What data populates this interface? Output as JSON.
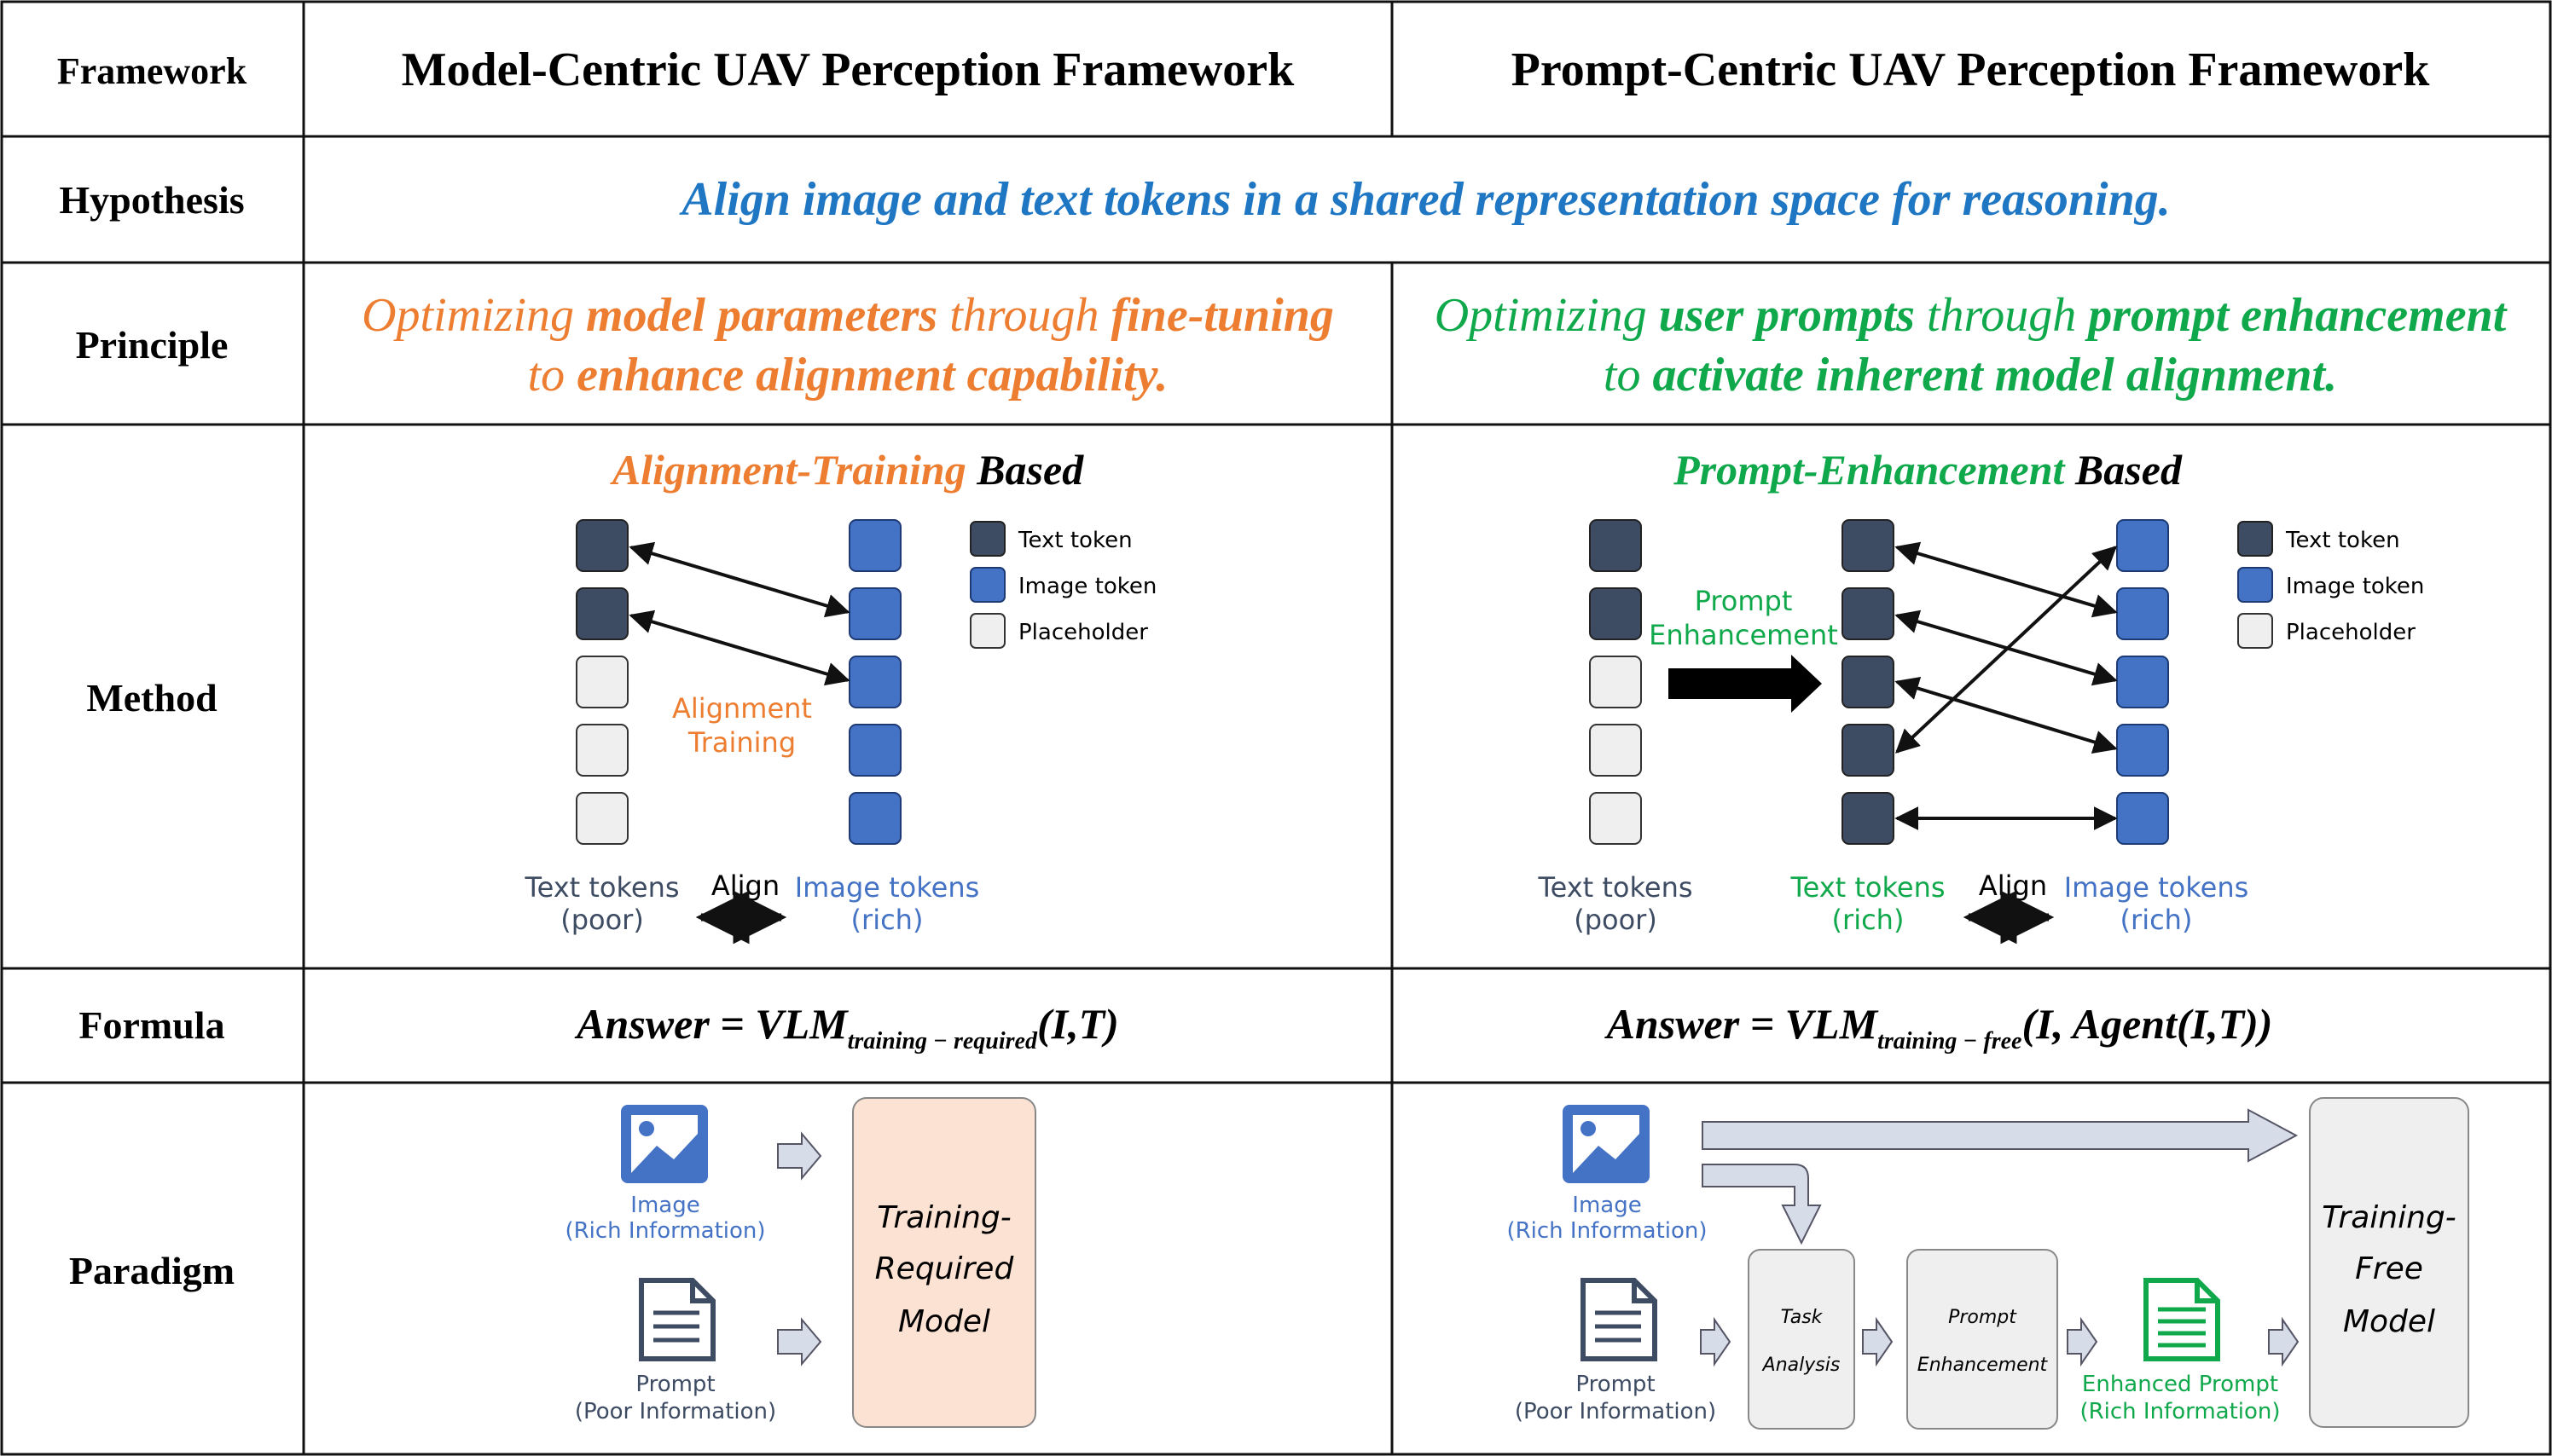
{
  "colors": {
    "text_token": "#3d4b63",
    "image_token": "#4472c4",
    "placeholder_fill": "#efefef",
    "orange": "#ed7d31",
    "green": "#0fa84b",
    "blue": "#1f77c4",
    "model_required_fill": "#fbe2d2",
    "model_free_fill": "#efefef",
    "arrow_fill": "#d6dce8"
  },
  "header": {
    "framework": "Framework",
    "model_centric": "Model-Centric UAV Perception Framework",
    "prompt_centric": "Prompt-Centric UAV Perception Framework"
  },
  "rows": {
    "hypothesis": "Hypothesis",
    "principle": "Principle",
    "method": "Method",
    "formula": "Formula",
    "paradigm": "Paradigm"
  },
  "hypothesis_text": "Align image and text tokens in a shared representation space for reasoning.",
  "principle": {
    "left": {
      "p1": "Optimizing ",
      "p2": "model parameters",
      "p3": " through ",
      "p4": "fine-tuning",
      "p5": "to ",
      "p6": "enhance alignment capability."
    },
    "right": {
      "p1": "Optimizing ",
      "p2": "user prompts",
      "p3": " through ",
      "p4": "prompt enhancement",
      "p5": "to ",
      "p6": "activate inherent model alignment."
    }
  },
  "method": {
    "left": {
      "title_colored": "Alignment-Training",
      "title_plain": " Based",
      "center_label_1": "Alignment",
      "center_label_2": "Training",
      "text_tokens_1": "Text tokens",
      "text_tokens_2": "(poor)",
      "align": "Align",
      "image_tokens_1": "Image tokens",
      "image_tokens_2": "(rich)"
    },
    "right": {
      "title_colored": "Prompt-Enhancement",
      "title_plain": " Based",
      "center_label_1": "Prompt",
      "center_label_2": "Enhancement",
      "text_tokens_1": "Text tokens",
      "text_tokens_2": "(poor)",
      "rich_text_1": "Text tokens",
      "rich_text_2": "(rich)",
      "align": "Align",
      "image_tokens_1": "Image tokens",
      "image_tokens_2": "(rich)"
    },
    "legend": {
      "text_token": "Text token",
      "image_token": "Image token",
      "placeholder": "Placeholder"
    }
  },
  "formula": {
    "left": {
      "main": "Answer = VLM",
      "sub": "training − required",
      "tail": "(I,T)"
    },
    "right": {
      "main": "Answer = VLM",
      "sub": "training − free",
      "tail": "(I, Agent(I,T))"
    }
  },
  "paradigm": {
    "left": {
      "image_1": "Image",
      "image_2": "(Rich Information)",
      "prompt_1": "Prompt",
      "prompt_2": "(Poor Information)",
      "model_1": "Training-",
      "model_2": "Required",
      "model_3": "Model"
    },
    "right": {
      "image_1": "Image",
      "image_2": "(Rich Information)",
      "prompt_1": "Prompt",
      "prompt_2": "(Poor Information)",
      "task_1": "Task",
      "task_2": "Analysis",
      "pe_1": "Prompt",
      "pe_2": "Enhancement",
      "enh_1": "Enhanced Prompt",
      "enh_2": "(Rich Information)",
      "model_1": "Training-",
      "model_2": "Free",
      "model_3": "Model"
    }
  }
}
